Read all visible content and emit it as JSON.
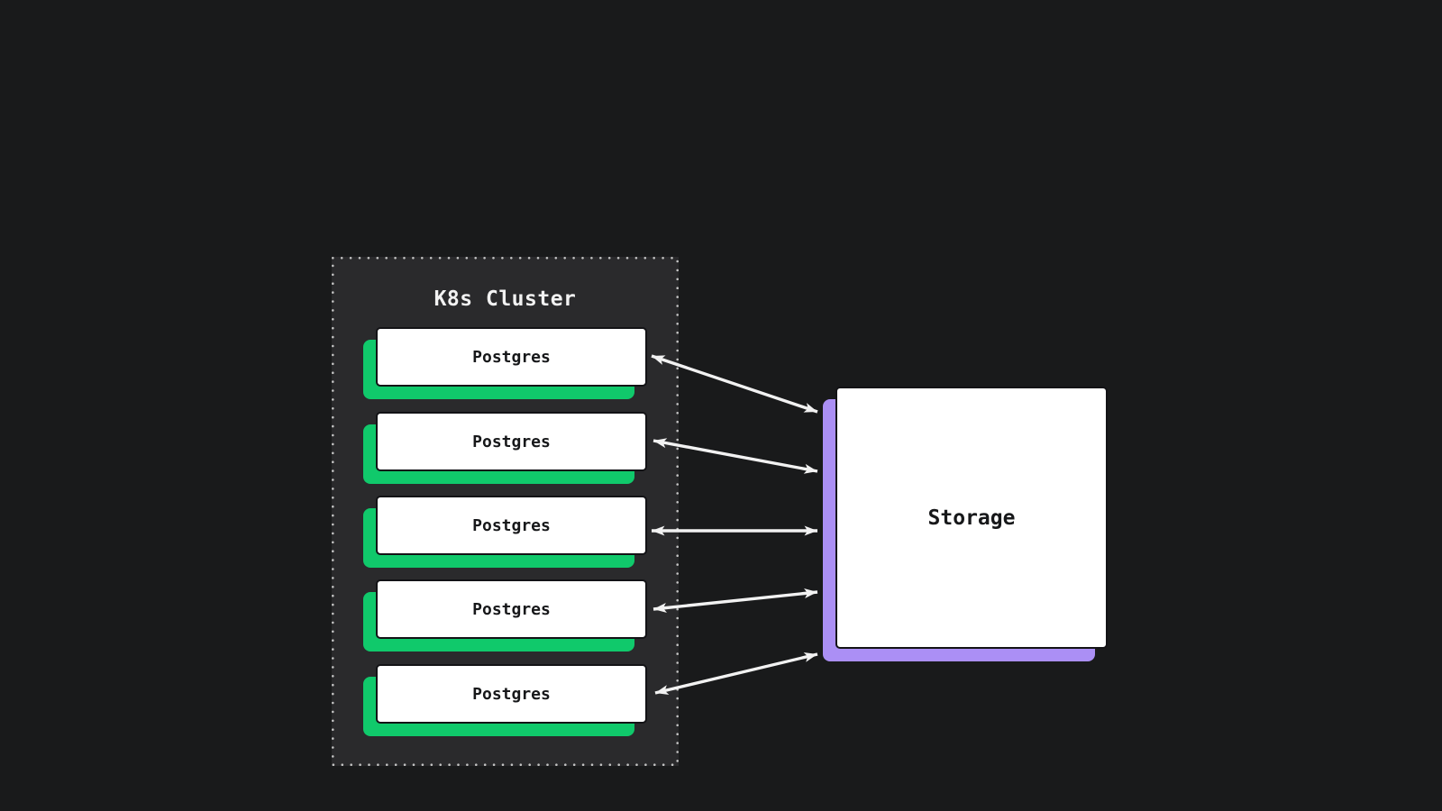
{
  "diagram": {
    "cluster": {
      "title": "K8s Cluster",
      "nodes": [
        {
          "label": "Postgres"
        },
        {
          "label": "Postgres"
        },
        {
          "label": "Postgres"
        },
        {
          "label": "Postgres"
        },
        {
          "label": "Postgres"
        }
      ]
    },
    "storage": {
      "label": "Storage"
    },
    "connections": [
      {
        "from": "Postgres 1",
        "to": "Storage",
        "bidirectional": true
      },
      {
        "from": "Postgres 2",
        "to": "Storage",
        "bidirectional": true
      },
      {
        "from": "Postgres 3",
        "to": "Storage",
        "bidirectional": true
      },
      {
        "from": "Postgres 4",
        "to": "Storage",
        "bidirectional": true
      },
      {
        "from": "Postgres 5",
        "to": "Storage",
        "bidirectional": true
      }
    ]
  },
  "colors": {
    "page-bg": "#191a1b",
    "cluster-bg": "#2a2a2c",
    "node-accent": "#10c96b",
    "storage-accent": "#ab8ff5",
    "node-face": "#ffffff",
    "node-border": "#131316",
    "node-text": "#17181a",
    "title-text": "#f2f2f2",
    "arrow": "#f2f2f2",
    "dots": "#c2c2c2"
  }
}
